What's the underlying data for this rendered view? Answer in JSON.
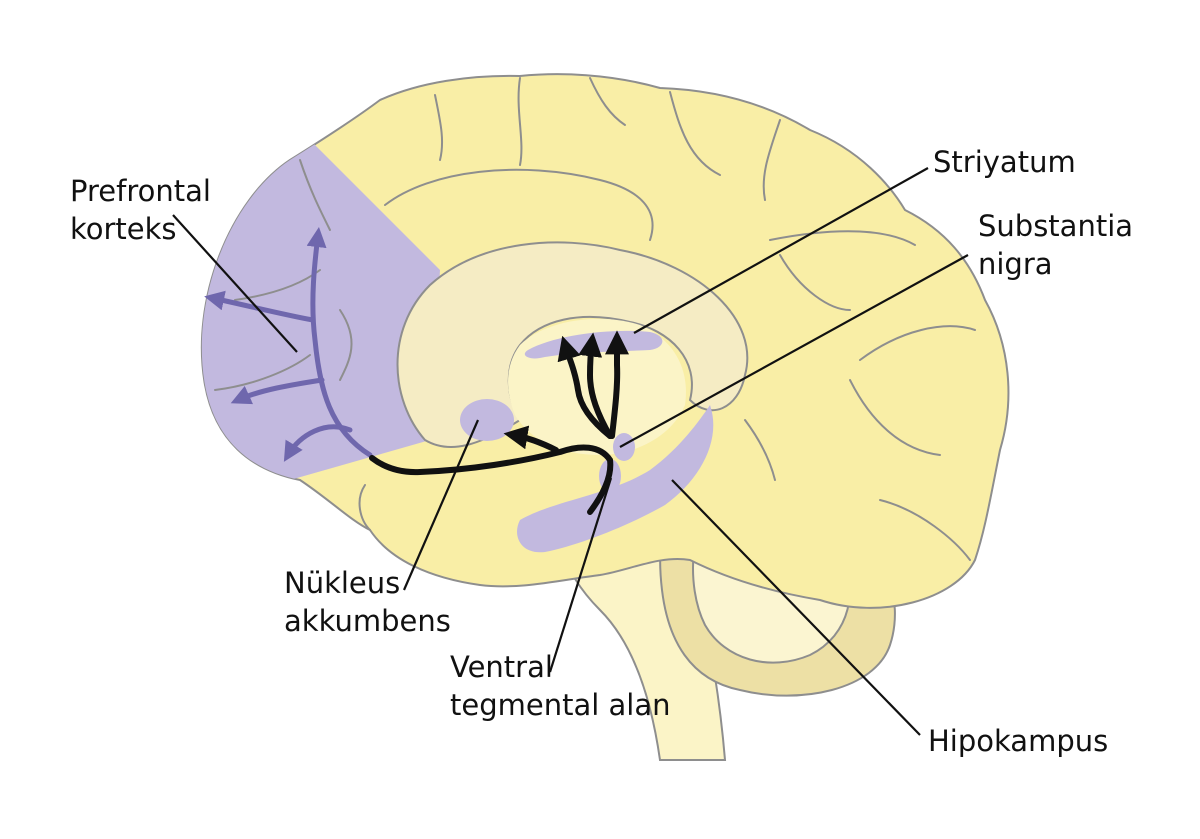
{
  "labels": {
    "prefrontal": [
      "Prefrontal",
      "korteks"
    ],
    "striatum": [
      "Striyatum"
    ],
    "substantia": [
      "Substantia",
      "nigra"
    ],
    "nucleus": [
      "Nükleus",
      "akkumbens"
    ],
    "vta": [
      "Ventral",
      "tegmental alan"
    ],
    "hippocampus": [
      "Hipokampus"
    ]
  },
  "colors": {
    "cortex": "#f9eea6",
    "corpus_callosum": "#f5ecc4",
    "brainstem": "#fbf4c7",
    "cerebellum": "#ede0a5",
    "cerebellum_inner": "#fbf5d1",
    "highlight": "#c2b9df",
    "pathway_secondary": "#6f67ad",
    "pathway_primary": "#111111",
    "outline": "#8e8e8e"
  }
}
